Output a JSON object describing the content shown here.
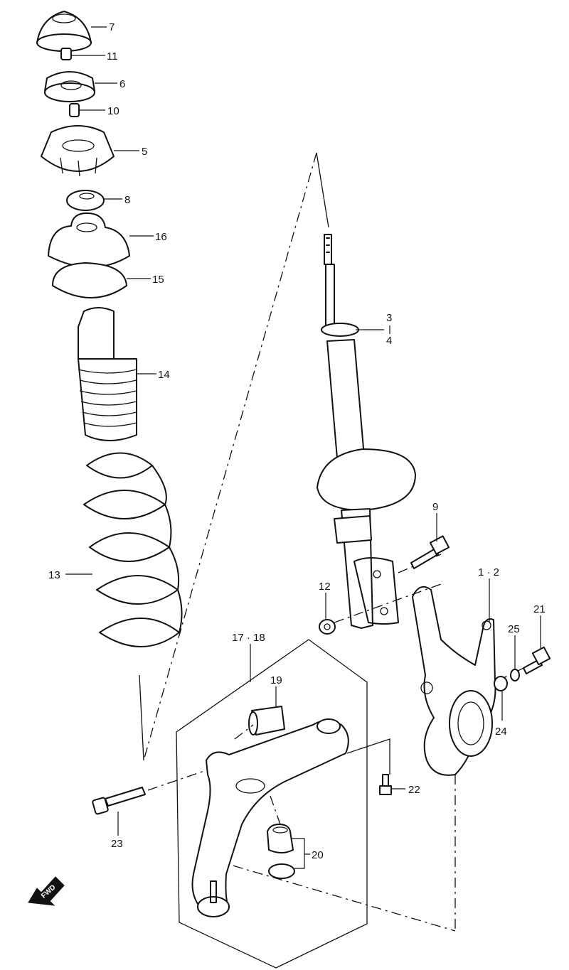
{
  "callouts": [
    {
      "id": "c7",
      "text": "7"
    },
    {
      "id": "c11",
      "text": "11"
    },
    {
      "id": "c6",
      "text": "6"
    },
    {
      "id": "c10",
      "text": "10"
    },
    {
      "id": "c5",
      "text": "5"
    },
    {
      "id": "c8",
      "text": "8"
    },
    {
      "id": "c16",
      "text": "16"
    },
    {
      "id": "c15",
      "text": "15"
    },
    {
      "id": "c14",
      "text": "14"
    },
    {
      "id": "c13",
      "text": "13"
    },
    {
      "id": "c3",
      "text": "3"
    },
    {
      "id": "c4",
      "text": "4"
    },
    {
      "id": "c9",
      "text": "9"
    },
    {
      "id": "c1-2",
      "text": "1 · 2"
    },
    {
      "id": "c12",
      "text": "12"
    },
    {
      "id": "c21",
      "text": "21"
    },
    {
      "id": "c25",
      "text": "25"
    },
    {
      "id": "c24",
      "text": "24"
    },
    {
      "id": "c17-18",
      "text": "17 · 18"
    },
    {
      "id": "c19",
      "text": "19"
    },
    {
      "id": "c22",
      "text": "22"
    },
    {
      "id": "c23",
      "text": "23"
    },
    {
      "id": "c20",
      "text": "20"
    }
  ],
  "fwd_label": "FWD"
}
